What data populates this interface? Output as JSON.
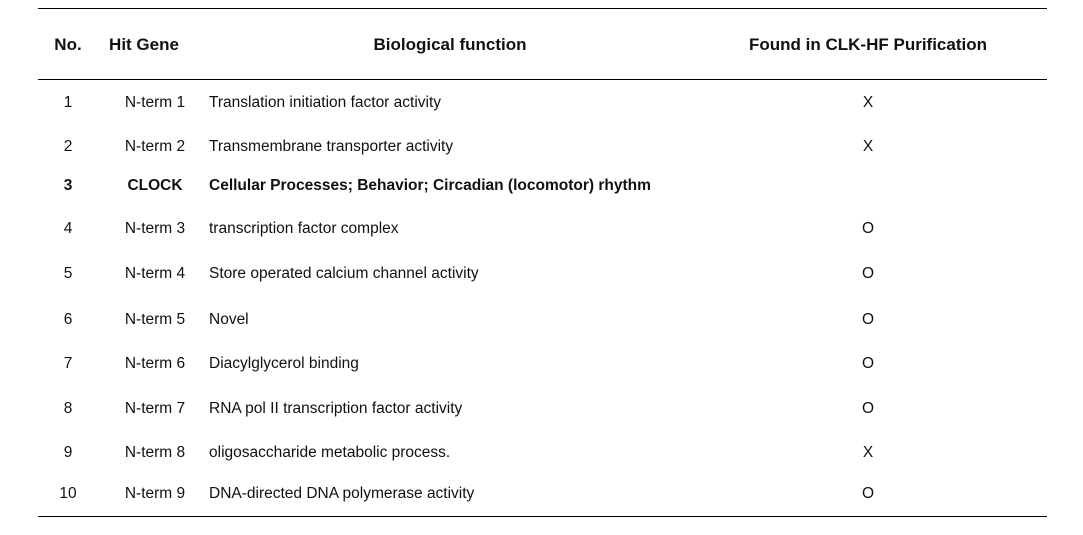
{
  "table": {
    "headers": {
      "no": "No.",
      "gene": "Hit Gene",
      "function": "Biological function",
      "found": "Found in CLK-HF Purification"
    },
    "rows": [
      {
        "no": "1",
        "gene": "N-term 1",
        "function": "Translation initiation factor activity",
        "found": "X",
        "bold": false
      },
      {
        "no": "2",
        "gene": "N-term 2",
        "function": "Transmembrane transporter activity",
        "found": "X",
        "bold": false
      },
      {
        "no": "3",
        "gene": "CLOCK",
        "function": "Cellular Processes; Behavior; Circadian (locomotor) rhythm",
        "found": "",
        "bold": true
      },
      {
        "no": "4",
        "gene": "N-term 3",
        "function": "transcription factor complex",
        "found": "O",
        "bold": false
      },
      {
        "no": "5",
        "gene": "N-term 4",
        "function": "Store operated calcium channel activity",
        "found": "O",
        "bold": false
      },
      {
        "no": "6",
        "gene": "N-term 5",
        "function": "Novel",
        "found": "O",
        "bold": false
      },
      {
        "no": "7",
        "gene": "N-term 6",
        "function": "Diacylglycerol binding",
        "found": "O",
        "bold": false
      },
      {
        "no": "8",
        "gene": "N-term 7",
        "function": "RNA pol II transcription factor activity",
        "found": "O",
        "bold": false
      },
      {
        "no": "9",
        "gene": "N-term 8",
        "function": "oligosaccharide metabolic process.",
        "found": "X",
        "bold": false
      },
      {
        "no": "10",
        "gene": "N-term 9",
        "function": "DNA-directed DNA polymerase activity",
        "found": "O",
        "bold": false
      }
    ]
  }
}
